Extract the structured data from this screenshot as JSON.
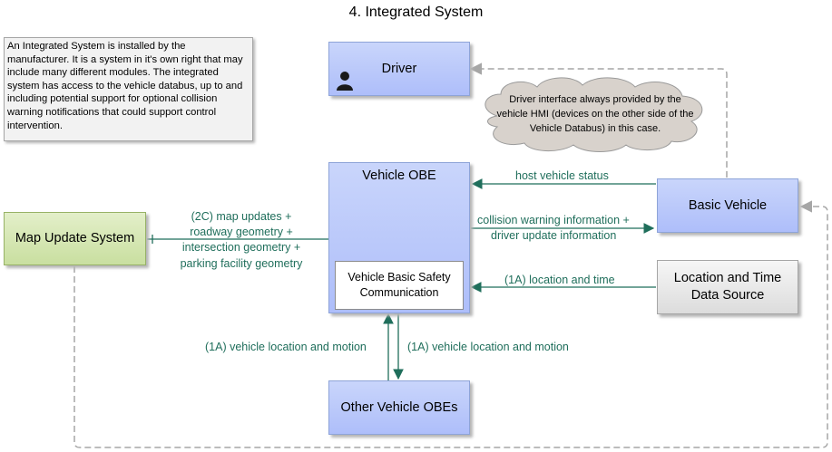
{
  "title": "4. Integrated System",
  "note": "An Integrated System is installed by the manufacturer.  It is a system in it's own right that may include many different modules.  The integrated system has access to the vehicle databus, up to and including potential support for optional collision warning notifications that could support control intervention.",
  "cloud": "Driver interface always provided by the vehicle HMI (devices on the other side of the Vehicle Databus) in this case.",
  "nodes": {
    "driver": "Driver",
    "vehicle_obe": "Vehicle OBE",
    "vbsc": "Vehicle Basic Safety Communication",
    "basic_vehicle": "Basic Vehicle",
    "map_update": "Map Update System",
    "location_time": "Location and Time Data Source",
    "other_obes": "Other Vehicle OBEs"
  },
  "flows": {
    "host_status": "host vehicle status",
    "collision_l1": "collision warning information +",
    "collision_l2": "driver update information",
    "map_l1": "(2C) map updates +",
    "map_l2": "roadway geometry +",
    "map_l3": "intersection geometry +",
    "map_l4": "parking facility geometry",
    "location_time": "(1A) location and time",
    "v2v_left": "(1A) vehicle location and motion",
    "v2v_right": "(1A) vehicle location and motion"
  },
  "colors": {
    "flow_line": "#1f6e5b",
    "dashed_line": "#a6a6a6",
    "blue_fill": "#b7c6fa",
    "green_fill": "#d4e7b0",
    "grey_fill": "#e6e6e6"
  }
}
